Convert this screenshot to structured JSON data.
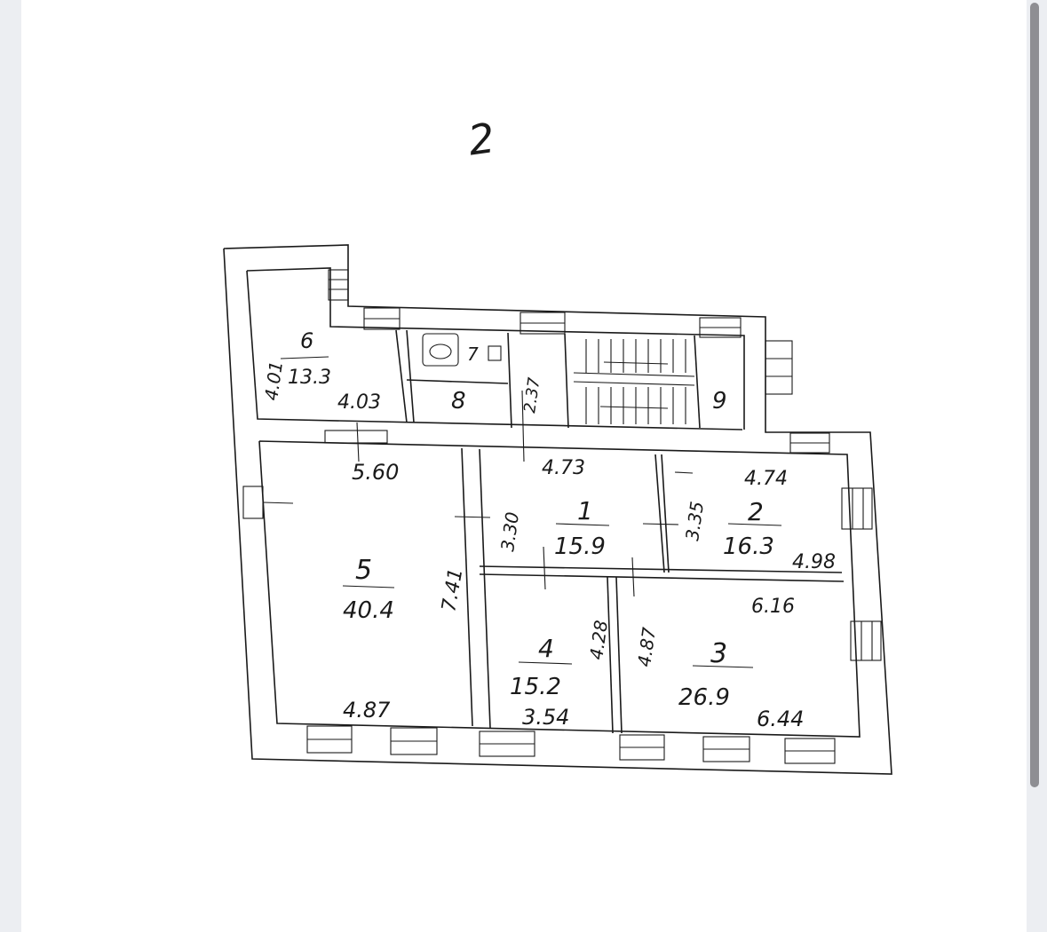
{
  "sheet_number": "2",
  "rooms": [
    {
      "id": "1",
      "label": "1",
      "area": "15.9"
    },
    {
      "id": "2",
      "label": "2",
      "area": "16.3"
    },
    {
      "id": "3",
      "label": "3",
      "area": "26.9"
    },
    {
      "id": "4",
      "label": "4",
      "area": "15.2"
    },
    {
      "id": "5",
      "label": "5",
      "area": "40.4"
    },
    {
      "id": "6",
      "label": "6",
      "area": "13.3"
    },
    {
      "id": "7",
      "label": "7"
    },
    {
      "id": "8",
      "label": "8"
    },
    {
      "id": "9",
      "label": "9"
    }
  ],
  "dimensions": {
    "d_4_01": "4.01",
    "d_4_03": "4.03",
    "d_2_37": "2.37",
    "d_5_60": "5.60",
    "d_7_41": "7.41",
    "d_4_87": "4.87",
    "d_1_73": "4.73",
    "d_3_30": "3.30",
    "d_4_74": "4.74",
    "d_3_35": "3.35",
    "d_4_98": "4.98",
    "d_6_16": "6.16",
    "d_4_87b": "4.87",
    "d_6_44": "6.44",
    "d_4_28": "4.28",
    "d_3_54": "3.54"
  },
  "colors": {
    "ink": "#1a1a1a",
    "paper": "#ffffff",
    "frame": "#eceef2",
    "scrollbar": "#8e8e93"
  }
}
